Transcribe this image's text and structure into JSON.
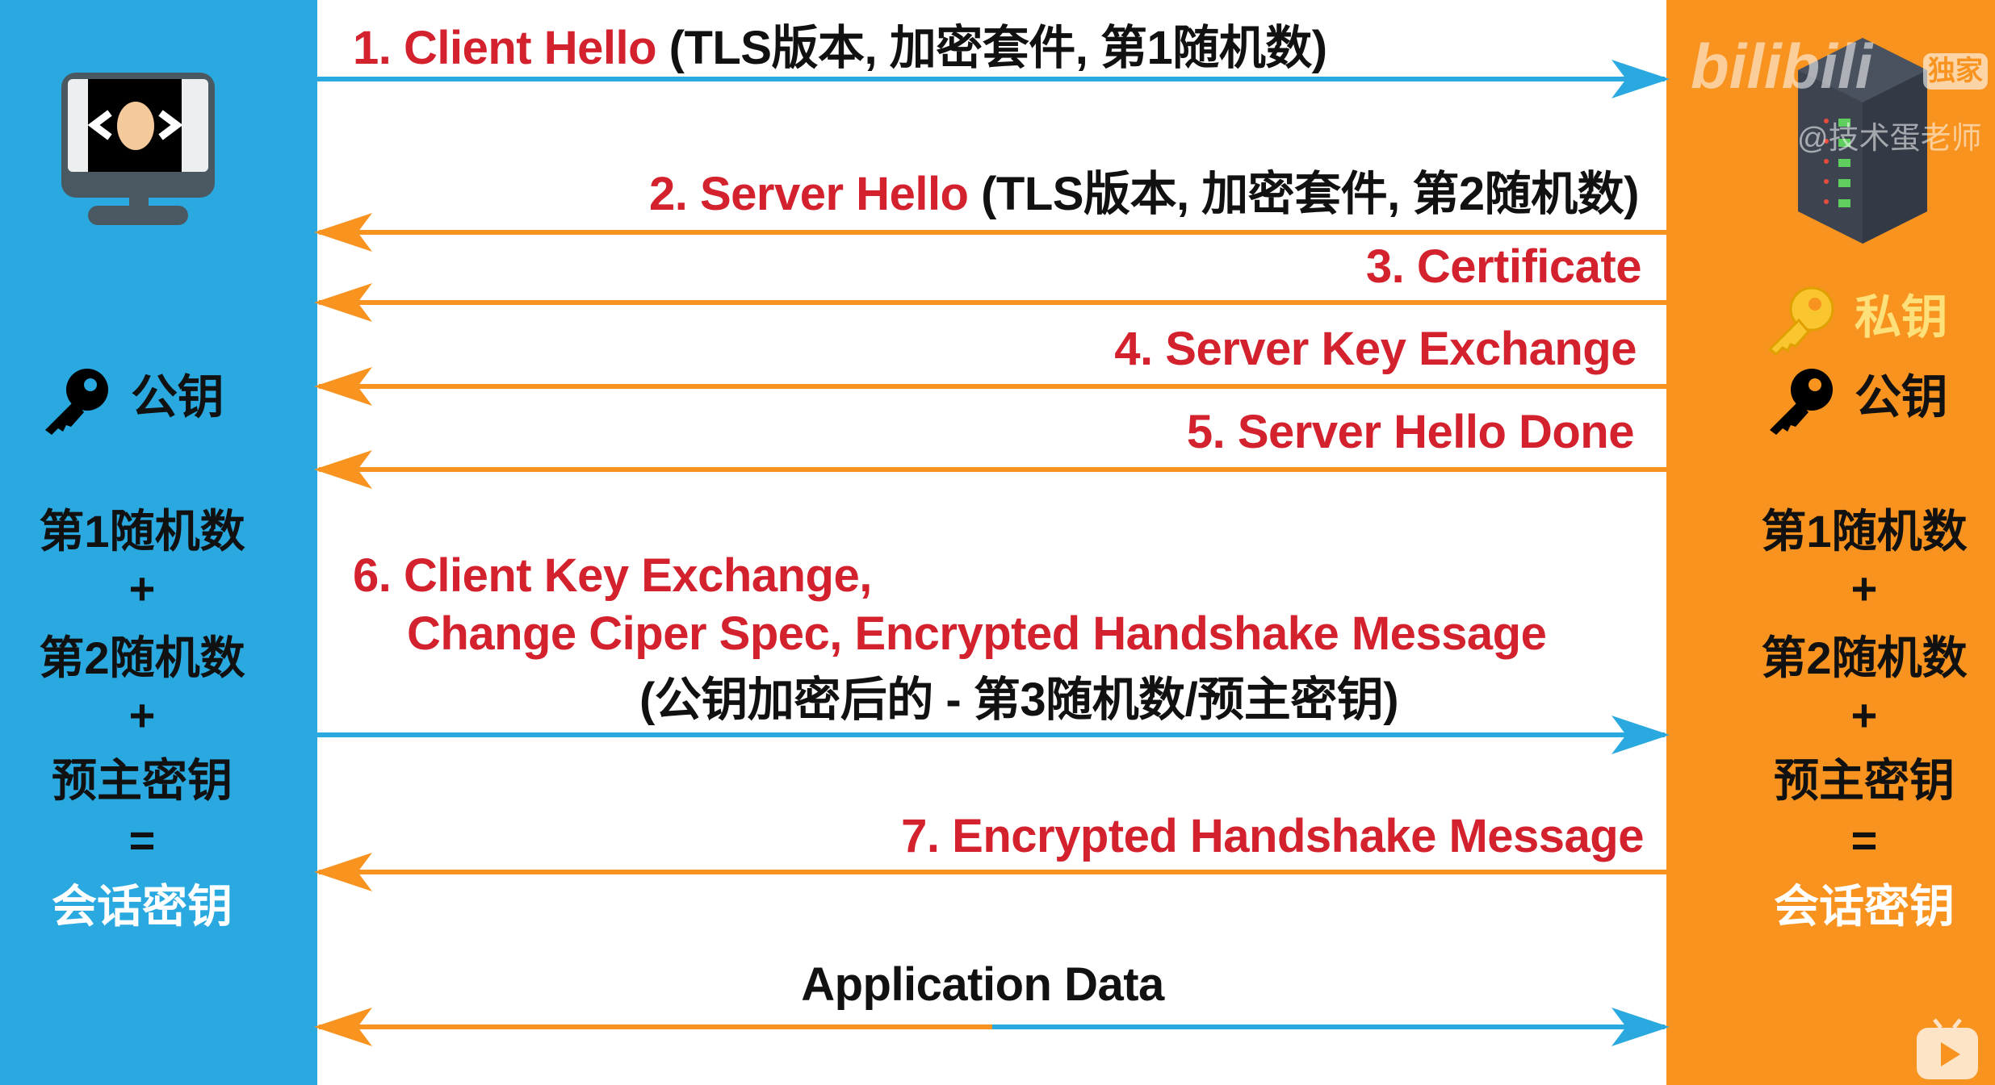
{
  "steps": [
    {
      "label": "1. Client Hello",
      "detail": " (TLS版本, 加密套件, 第1随机数)",
      "direction": "client-to-server"
    },
    {
      "label": "2. Server Hello",
      "detail": " (TLS版本, 加密套件, 第2随机数)",
      "direction": "server-to-client"
    },
    {
      "label": "3. Certificate",
      "direction": "server-to-client"
    },
    {
      "label": "4. Server Key Exchange",
      "direction": "server-to-client"
    },
    {
      "label": "5. Server Hello Done",
      "direction": "server-to-client"
    },
    {
      "label_line1": "6. Client Key Exchange,",
      "label_line2": "Change Ciper Spec,  Encrypted Handshake Message",
      "detail": "(公钥加密后的 - 第3随机数/预主密钥)",
      "direction": "client-to-server"
    },
    {
      "label": "7. Encrypted Handshake Message",
      "direction": "server-to-client"
    },
    {
      "label": "Application Data",
      "direction": "bidirectional"
    }
  ],
  "client": {
    "public_key": "公钥",
    "formula": [
      "第1随机数",
      "+",
      "第2随机数",
      "+",
      "预主密钥",
      "=",
      "会话密钥"
    ]
  },
  "server": {
    "private_key": "私钥",
    "public_key": "公钥",
    "formula": [
      "第1随机数",
      "+",
      "第2随机数",
      "+",
      "预主密钥",
      "=",
      "会话密钥"
    ]
  },
  "watermark": {
    "logo": "bilibili",
    "badge": "独家",
    "author": "@技术蛋老师"
  },
  "colors": {
    "client": "#29a9e0",
    "server": "#f7931e",
    "step_text": "#d3212d"
  }
}
